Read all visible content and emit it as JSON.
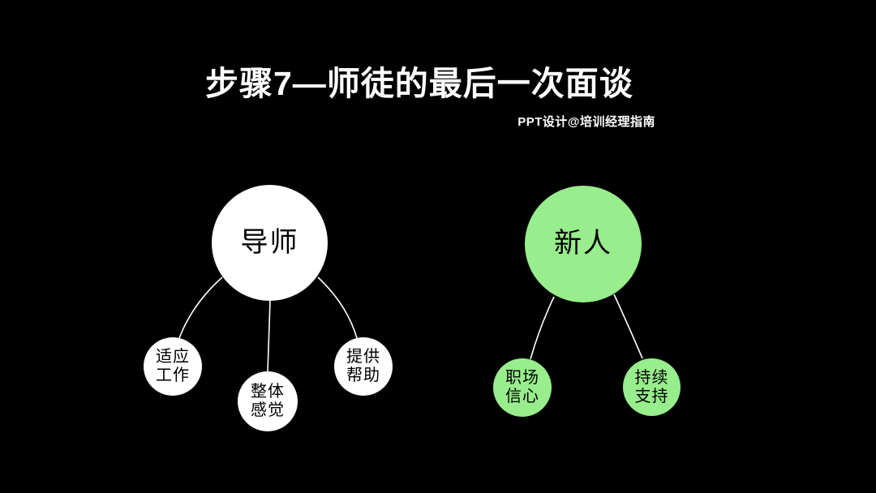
{
  "slide": {
    "title": "步骤7—师徒的最后一次面谈",
    "watermark": "PPT设计@培训经理指南",
    "colors": {
      "background": "#000000",
      "title_text": "#ffffff",
      "mentor_fill": "#ffffff",
      "newcomer_fill": "#98ED8C",
      "connector_line": "#ffffff",
      "circle_text": "#000000"
    }
  },
  "mentor_tree": {
    "root": {
      "label": "导师"
    },
    "children": [
      {
        "label": "适应\n工作"
      },
      {
        "label": "整体\n感觉"
      },
      {
        "label": "提供\n帮助"
      }
    ]
  },
  "newcomer_tree": {
    "root": {
      "label": "新人"
    },
    "children": [
      {
        "label": "职场\n信心"
      },
      {
        "label": "持续\n支持"
      }
    ]
  }
}
